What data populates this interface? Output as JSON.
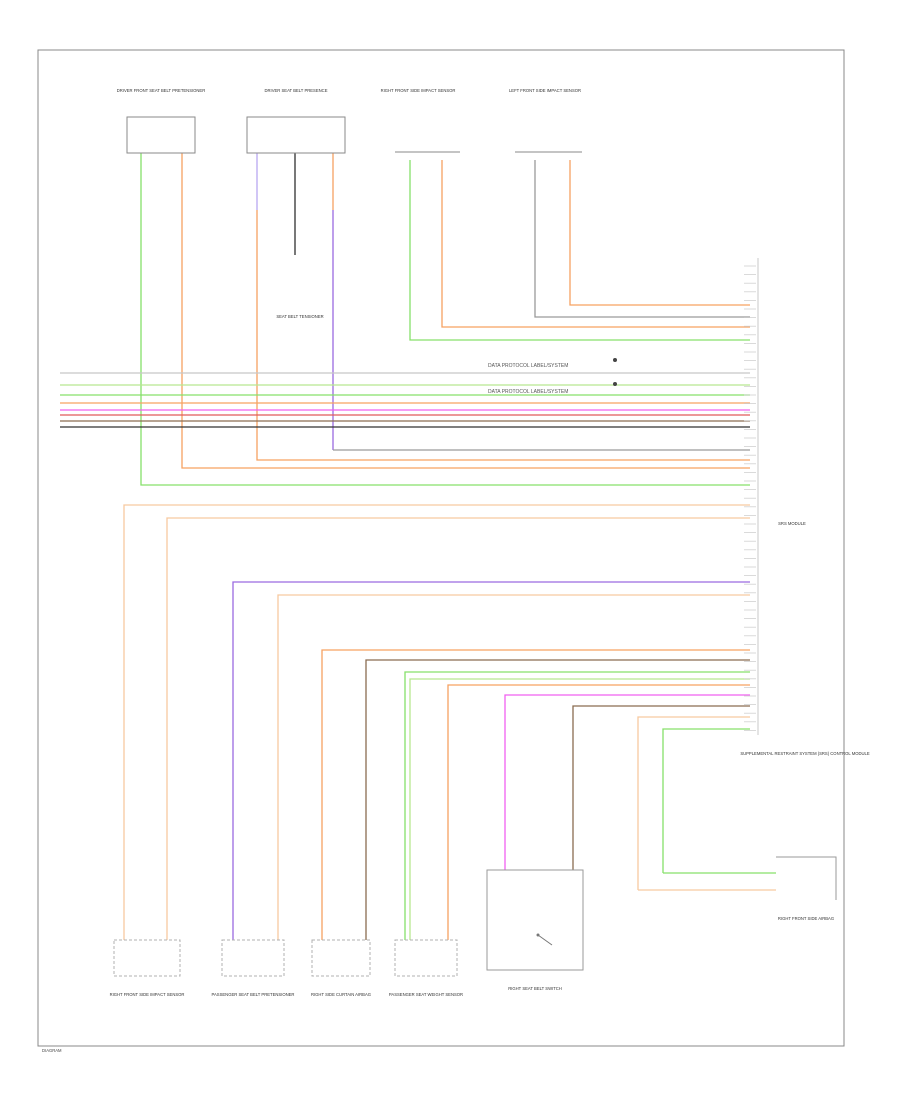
{
  "colors": {
    "green": "#86e06a",
    "light_green": "#b8e890",
    "orange": "#f6a262",
    "light_orange": "#f8c9a0",
    "purple": "#9a6ae0",
    "violet_light": "#b8a8f0",
    "magenta": "#f060f0",
    "brown": "#8a6c50",
    "gray": "#9a9a9a",
    "gray_light": "#c8c8c8",
    "black": "#303030",
    "red": "#e05a5a",
    "yellow": "#e8c24a",
    "frame": "#888888"
  },
  "diagram": {
    "module_label": "SRS MODULE",
    "module_caption": "SUPPLEMENTAL RESTRAINT SYSTEM (SRS) CONTROL MODULE",
    "signals": [
      "DATA PROTOCOL LABEL/SYSTEM",
      "DATA PROTOCOL LABEL/SYSTEM"
    ],
    "top_components": [
      "DRIVER FRONT SEAT BELT PRETENSIONER",
      "DRIVER SEAT BELT PRESENCE",
      "RIGHT FRONT SIDE IMPACT SENSOR",
      "LEFT FRONT SIDE IMPACT SENSOR"
    ],
    "middle_component": "SEAT BELT TENSIONER",
    "bottom_components": [
      "RIGHT FRONT SIDE IMPACT SENSOR",
      "PASSENGER SEAT BELT PRETENSIONER",
      "RIGHT SIDE CURTAIN AIRBAG",
      "PASSENGER SEAT WEIGHT SENSOR",
      "RIGHT SEAT BELT SWITCH",
      "RIGHT FRONT SIDE AIRBAG"
    ],
    "footer_code": "DIAGRAM"
  }
}
